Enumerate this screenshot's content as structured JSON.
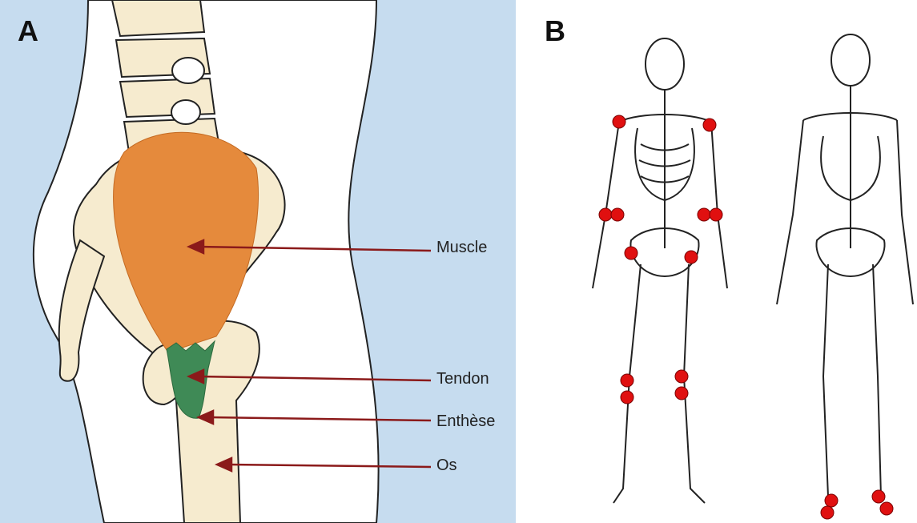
{
  "panel_a": {
    "letter": "A",
    "labels": {
      "muscle": "Muscle",
      "tendon": "Tendon",
      "enthese": "Enthèse",
      "os": "Os"
    }
  },
  "panel_b": {
    "letter": "B",
    "views": [
      "anterior skeleton",
      "posterior skeleton"
    ],
    "marker_color": "#e01010"
  },
  "colors": {
    "background_a": "#c6dcef",
    "bone": "#f6ebcf",
    "muscle": "#e58a3c",
    "tendon": "#3f8a56",
    "arrow": "#8b1a1a"
  }
}
